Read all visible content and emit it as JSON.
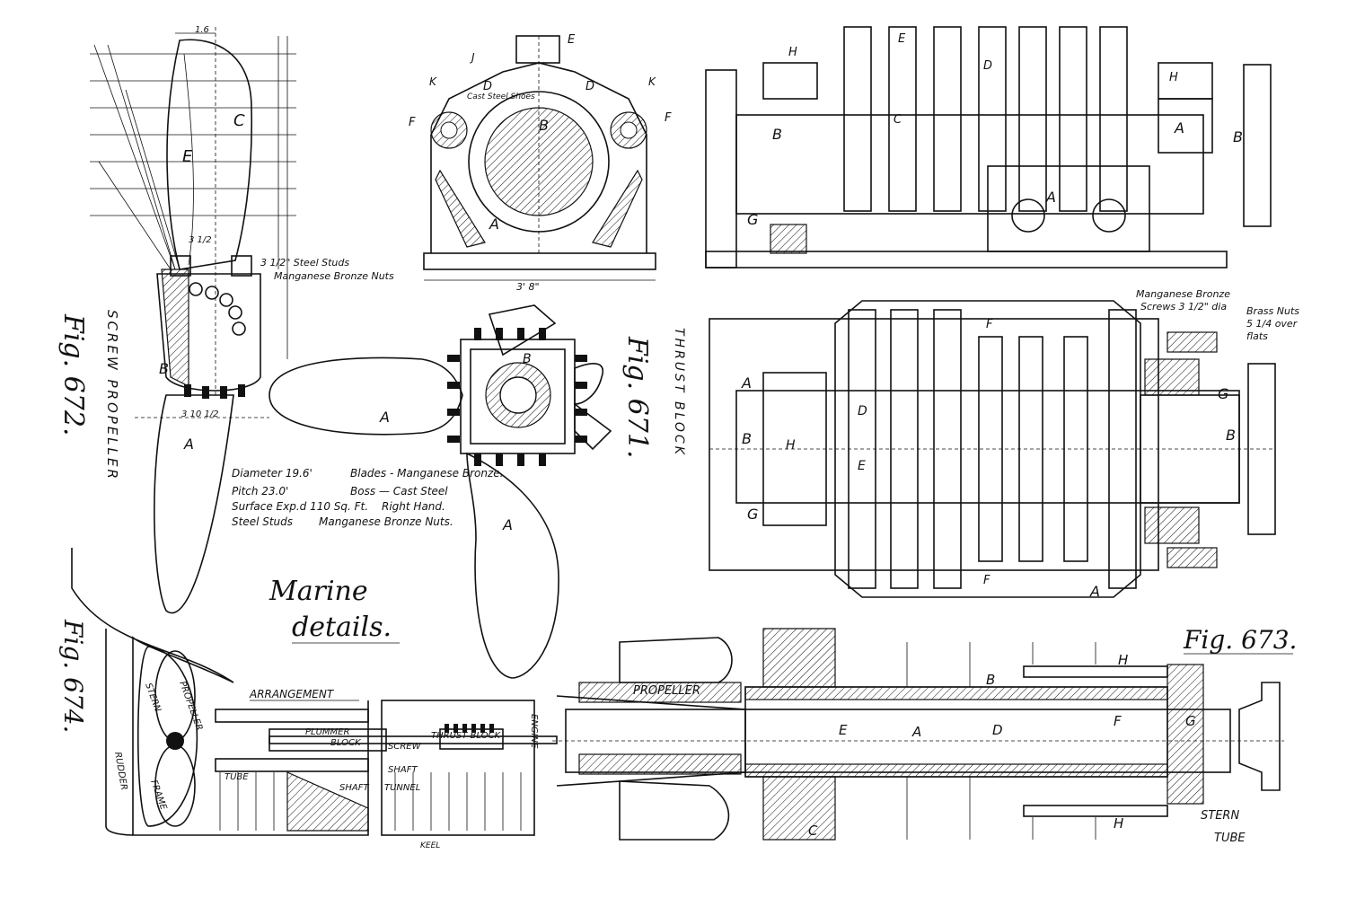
{
  "figures": {
    "fig672": {
      "label": "Fig. 672.",
      "caption": "SCREW PROPELLER",
      "parts": [
        "A",
        "B",
        "C",
        "E"
      ],
      "dims": [
        "1.6",
        "3 1/2",
        "3 10 1/2"
      ],
      "stud_note_1": "3 1/2\" Steel Studs",
      "stud_note_2": "Manganese Bronze Nuts",
      "spec": {
        "diameter": "Diameter  19.6'",
        "pitch": "Pitch  23.0'",
        "surface": "Surface Exp.d 110 Sq. Ft.",
        "studs": "Steel Studs",
        "blades": "Blades - Manganese Bronze.",
        "boss": "Boss  —  Cast Steel",
        "hand": "Right Hand.",
        "nuts": "Manganese Bronze Nuts."
      }
    },
    "fig671": {
      "label": "Fig. 671.",
      "caption": "THRUST BLOCK",
      "parts": [
        "A",
        "B",
        "C",
        "D",
        "E",
        "F",
        "G",
        "H",
        "J",
        "K"
      ],
      "cast_steel_note": "Cast Steel Shoes",
      "base_dim": "3' 8\"",
      "screws_note_1": "Manganese Bronze",
      "screws_note_2": "Screws 3 1/2\" dia",
      "nuts_note_1": "Brass Nuts",
      "nuts_note_2": "5 1/4 over",
      "nuts_note_3": "flats"
    },
    "fig673": {
      "label": "Fig. 673.",
      "propeller": "PROPELLER",
      "stern_1": "STERN",
      "stern_2": "TUBE",
      "parts": [
        "A",
        "B",
        "C",
        "D",
        "E",
        "F",
        "G",
        "H"
      ]
    },
    "fig674": {
      "label": "Fig. 674.",
      "arrangement": "ARRANGEMENT",
      "labels": {
        "stern": "STERN",
        "propeller": "PROPELLER",
        "rudder": "RUDDER",
        "frame": "FRAME",
        "tube": "TUBE",
        "plummer": "PLUMMER",
        "block": "BLOCK",
        "shaft": "SHAFT",
        "screw": "SCREW",
        "thrust_block": "THRUST BLOCK",
        "engine": "ENGINE",
        "tunnel": "TUNNEL",
        "keel": "KEEL"
      }
    }
  },
  "title_line_1": "Marine",
  "title_line_2": "details."
}
